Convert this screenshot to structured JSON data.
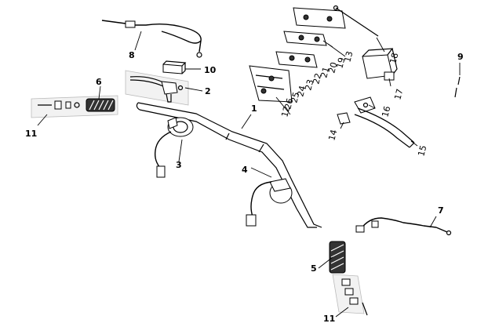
{
  "diagram": {
    "callouts": {
      "c1": "1",
      "c2": "2",
      "c3": "3",
      "c4": "4",
      "c5": "5",
      "c6": "6",
      "c7": "7",
      "c8": "8",
      "c9": "9",
      "c10": "10",
      "c11a": "11",
      "c11b": "11",
      "c12": "12",
      "c13": "13",
      "c14": "14",
      "c15": "15",
      "c16": "16",
      "c17": "17",
      "c18": "18",
      "c19": "19",
      "c20": "20",
      "c21": "21",
      "c22": "22",
      "c23": "23",
      "c24": "24",
      "c25": "25",
      "c26": "26"
    }
  }
}
